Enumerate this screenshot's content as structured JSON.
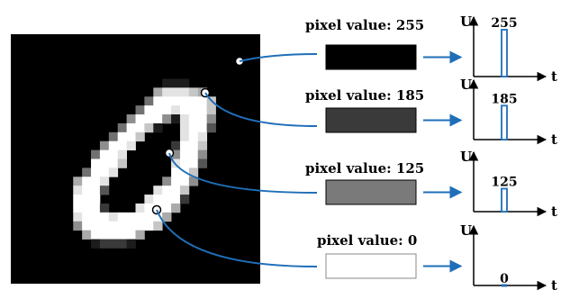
{
  "digit_image": {
    "description_icon": "handwritten-zero-image",
    "rows": [
      "0000000000000000000000000000",
      "0000000000000000000000000000",
      "0000000000000000000000000000",
      "0000000000000000000000000000",
      "0000000000000000000000000000",
      "0000000000000000011100000000",
      "0000000000000000688876000000",
      "0000000000000004999999700000",
      "0000000000000049998999700000",
      "0000000000000599951899500000",
      "0000000000004997100899300000",
      "0000000000049970000898000000",
      "0000000000599800002997000000",
      "0000000004998000005995000000",
      "0000000009997000008993000000",
      "0000000049980000009970000000",
      "0000000699800000059950000000",
      "0000000899300000899700000000",
      "0000000999000008999200000000",
      "0000000999200089996000000000",
      "0000000899989999960000000000",
      "0000000599999999700000000000",
      "0000000069999960000000000000",
      "0000000001222100000000000000",
      "0000000000000000000000000000",
      "0000000000000000000000000000",
      "0000000000000000000000000000",
      "0000000000000000000000000000"
    ]
  },
  "rows": [
    {
      "label": "pixel value: 255",
      "value": 255,
      "swatch_color": "#000000",
      "pulse_label": "255"
    },
    {
      "label": "pixel value: 185",
      "value": 185,
      "swatch_color": "#3a3a3a",
      "pulse_label": "185"
    },
    {
      "label": "pixel value: 125",
      "value": 125,
      "swatch_color": "#7a7a7a",
      "pulse_label": "125"
    },
    {
      "label": "pixel value: 0",
      "value": 0,
      "swatch_color": "#ffffff",
      "pulse_label": "0"
    }
  ],
  "axis": {
    "y_label": "U",
    "x_label": "t"
  },
  "colors": {
    "connector": "#1f6fb8",
    "pulse": "#1f6fb8",
    "image_background": "#000000"
  }
}
